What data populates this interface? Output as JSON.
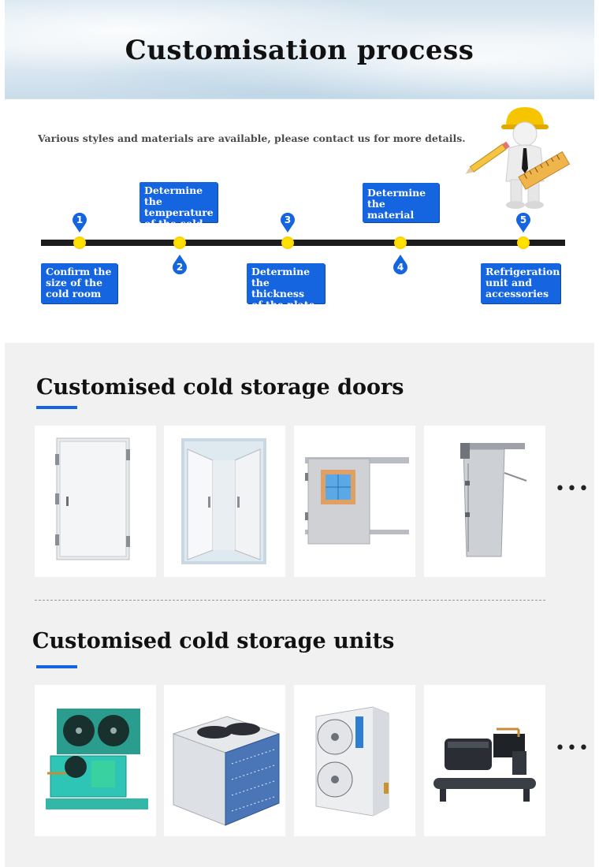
{
  "banner": {
    "title": "Customisation process"
  },
  "intro": {
    "text": "Various styles and materials are available, please contact us for more details."
  },
  "process": {
    "steps": [
      {
        "number": "1",
        "lines": [
          "Confirm the",
          "size of the",
          "cold room"
        ]
      },
      {
        "number": "2",
        "lines": [
          "Determine the",
          "temperature",
          "of the cold"
        ]
      },
      {
        "number": "3",
        "lines": [
          "Determine",
          "the thickness",
          "of the plate"
        ]
      },
      {
        "number": "4",
        "lines": [
          "Determine",
          "the material"
        ]
      },
      {
        "number": "5",
        "lines": [
          "Refrigeration",
          "unit and",
          "accessories"
        ]
      }
    ]
  },
  "doors": {
    "title": "Customised cold storage doors",
    "more": "•••"
  },
  "units": {
    "title": "Customised cold storage units",
    "more": "•••"
  },
  "colors": {
    "accent": "#1565e0",
    "dot": "#ffe300",
    "line": "#1c1c1c"
  }
}
